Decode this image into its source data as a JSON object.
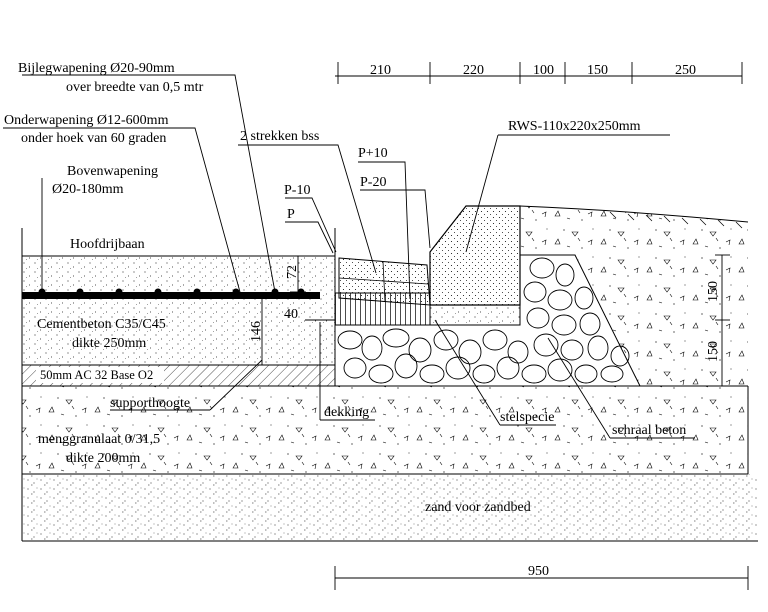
{
  "labels": {
    "bijlegwapening_1": "Bijlegwapening Ø20-90mm",
    "bijlegwapening_2": "over breedte van 0,5 mtr",
    "onderwapening_1": "Onderwapening Ø12-600mm",
    "onderwapening_2": "onder hoek van 60 graden",
    "bovenwapening_1": "Bovenwapening",
    "bovenwapening_2": "Ø20-180mm",
    "hoofdrijbaan": "Hoofdrijbaan",
    "cementbeton_1": "Cementbeton C35/C45",
    "cementbeton_2": "dikte 250mm",
    "ac_layer": "50mm AC 32 Base O2",
    "supporthoogte": "supporthoogte",
    "menggranulaat_1": "menggranulaat 0/31,5",
    "menggranulaat_2": "dikte 200mm",
    "zand": "zand voor zandbed",
    "strekken": "2 strekken bss",
    "p_plus_10": "P+10",
    "p_minus_20": "P-20",
    "p_minus_10": "P-10",
    "p": "P",
    "rws": "RWS-110x220x250mm",
    "dekking": "dekking",
    "stelspecie": "stelspecie",
    "schraal_beton": "schraal beton"
  },
  "dimensions": {
    "top": [
      "210",
      "220",
      "100",
      "150",
      "250"
    ],
    "d72": "72",
    "d40": "40",
    "d146": "146",
    "right_upper": "150",
    "right_lower": "150",
    "bottom": "950"
  },
  "colors": {
    "ink": "#000000",
    "paper": "#ffffff"
  }
}
